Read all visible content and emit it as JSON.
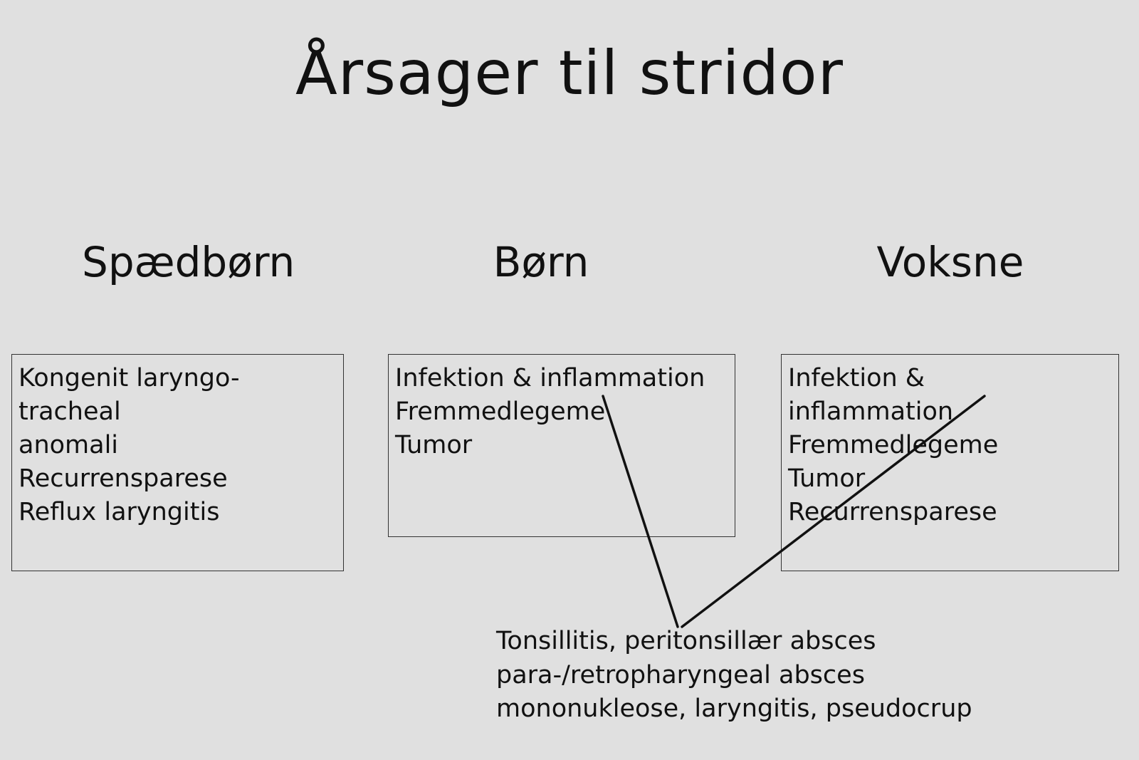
{
  "title": "Årsager til stridor",
  "columns": [
    {
      "heading": "Spædbørn",
      "items": [
        "Kongenit laryngo-",
        "tracheal",
        "anomali",
        "Recurrensparese",
        "Reflux laryngitis"
      ]
    },
    {
      "heading": "Børn",
      "items": [
        "Infektion & inflammation",
        "Fremmedlegeme",
        "Tumor"
      ]
    },
    {
      "heading": "Voksne",
      "items": [
        "Infektion &",
        "inflammation",
        "Fremmedlegeme",
        "Tumor",
        "Recurrensparese"
      ]
    }
  ],
  "note": {
    "lines": [
      "Tonsillitis, peritonsillær absces",
      "para-/retropharyngeal absces",
      "mononukleose, laryngitis, pseudocrup"
    ]
  },
  "colors": {
    "background": "#e0e0e0",
    "text": "#111111",
    "border": "#333333"
  }
}
